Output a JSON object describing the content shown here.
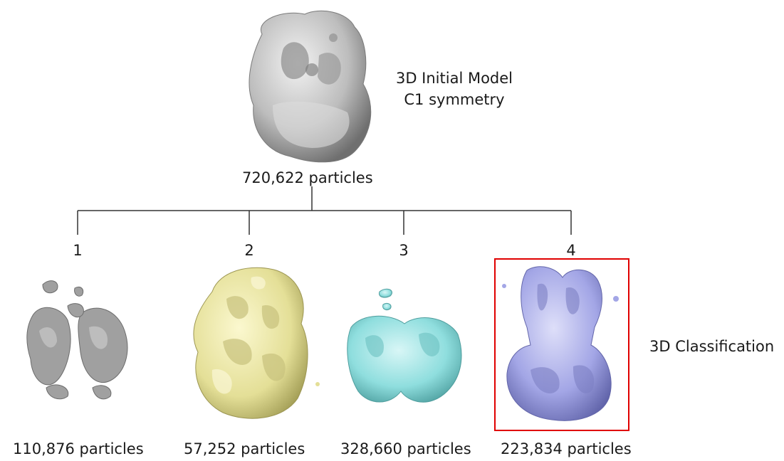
{
  "initial_model": {
    "title_line1": "3D Initial Model",
    "title_line2": "C1 symmetry",
    "particles": "720,622 particles",
    "color": "#b4b4b4"
  },
  "classification": {
    "label": "3D Classification",
    "classes": [
      {
        "number": "1",
        "particles": "110,876 particles",
        "color": "#a6a6a6"
      },
      {
        "number": "2",
        "particles": "57,252 particles",
        "color": "#e6e2a0"
      },
      {
        "number": "3",
        "particles": "328,660 particles",
        "color": "#8fdede"
      },
      {
        "number": "4",
        "particles": "223,834 particles",
        "color": "#a3a6e6"
      }
    ],
    "highlight_color": "#e00000"
  }
}
